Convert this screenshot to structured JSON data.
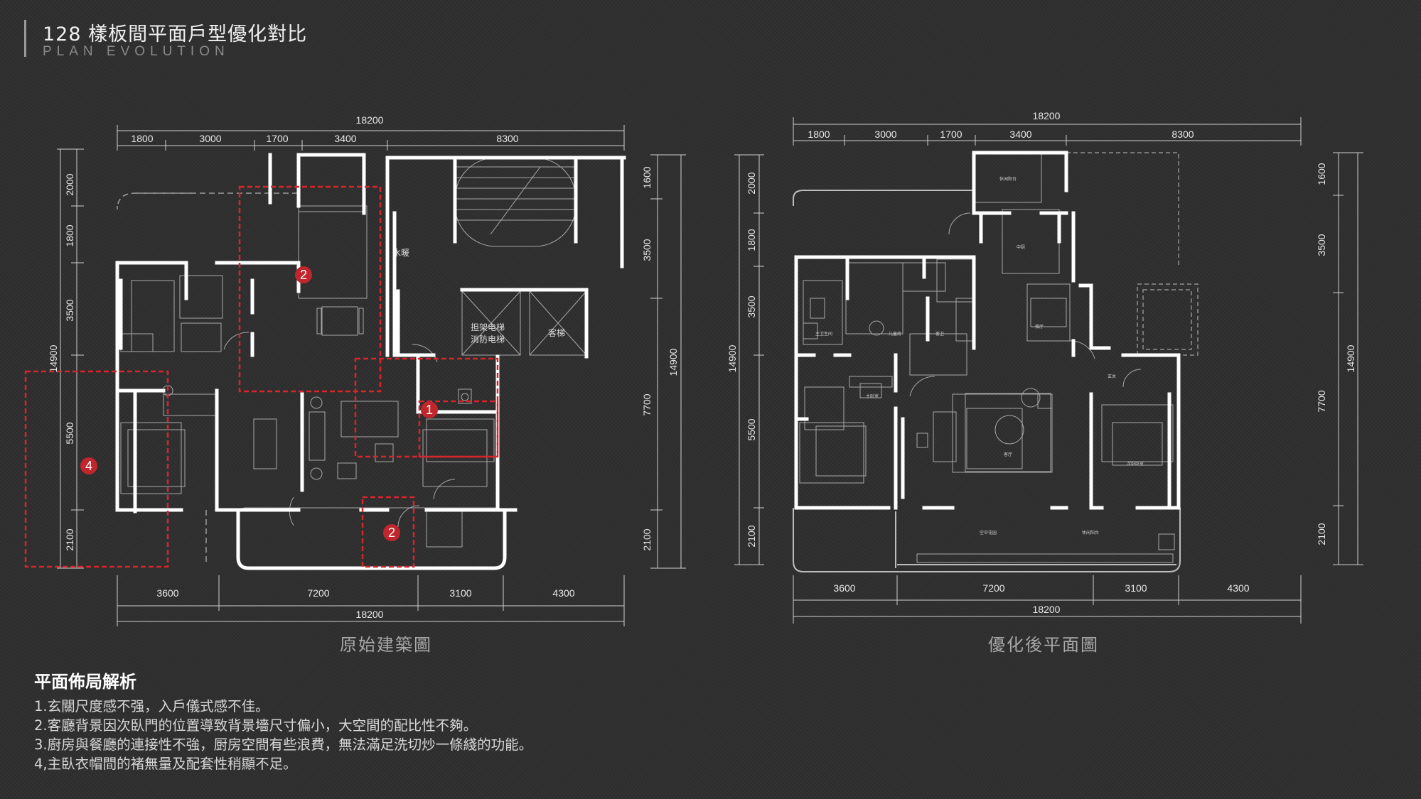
{
  "header": {
    "title": "128 樣板間平面戶型優化對比",
    "subtitle": "PLAN EVOLUTION"
  },
  "plans": {
    "original": {
      "caption": "原始建築圖",
      "top_total": "18200",
      "top_dims": [
        "1800",
        "3000",
        "1700",
        "3400",
        "8300"
      ],
      "bottom_dims": [
        "3600",
        "7200",
        "3100",
        "4300"
      ],
      "bottom_total": "18200",
      "left_total": "14900",
      "left_dims": [
        "2000",
        "1800",
        "3500",
        "5500",
        "2100"
      ],
      "right_total": "14900",
      "right_dims": [
        "1600",
        "3500",
        "7700",
        "2100"
      ],
      "labels": {
        "water_heater": "水暖",
        "stretcher_lift_1": "担架电梯",
        "stretcher_lift_2": "消防电梯",
        "guest_lift": "客梯"
      },
      "markers": [
        "1",
        "2",
        "2",
        "4"
      ]
    },
    "optimized": {
      "caption": "優化後平面圖",
      "top_total": "18200",
      "top_dims": [
        "1800",
        "3000",
        "1700",
        "3400",
        "8300"
      ],
      "bottom_dims": [
        "3600",
        "7200",
        "3100",
        "4300"
      ],
      "bottom_total": "18200",
      "left_total": "14900",
      "left_dims": [
        "2000",
        "1800",
        "3500",
        "5500",
        "2100"
      ],
      "right_total": "14900",
      "right_dims": [
        "1600",
        "3500",
        "7700",
        "2100"
      ],
      "labels": {
        "balcony_top": "休闲阳台",
        "kitchen": "中厨",
        "dining": "餐厅",
        "master_bath": "主卫生间",
        "kids_room": "儿童房",
        "powder": "客卫",
        "master_bed": "主卧室",
        "living": "客厅",
        "foyer": "玄关",
        "second_bed": "次卧卧室",
        "sky_garden": "空中花园",
        "balcony_bottom": "休闲阳台"
      }
    }
  },
  "analysis": {
    "title": "平面佈局解析",
    "items": [
      "1.玄關尺度感不强，入戶儀式感不佳。",
      "2.客廳背景因次臥門的位置導致背景墻尺寸偏小，大空間的配比性不夠。",
      "3.廚房與餐廳的連接性不強，厨房空間有些浪費，無法滿足洗切炒一條綫的功能。",
      "4,主臥衣帽間的褚無量及配套性稍顯不足。"
    ]
  },
  "colors": {
    "background": "#2e2e2e",
    "wall": "#ffffff",
    "line": "#bdbdbd",
    "marker": "#c0262c",
    "highlight_dash": "#cc1f26"
  }
}
